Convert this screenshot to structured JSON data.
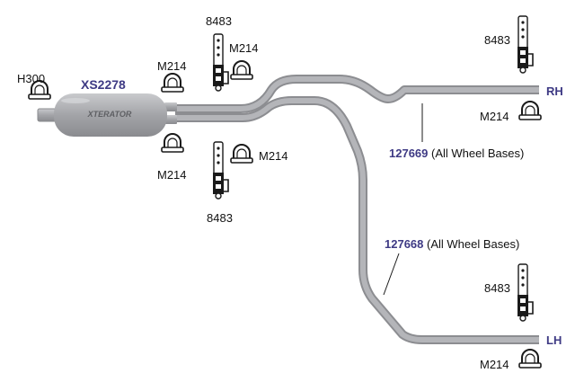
{
  "diagram": {
    "muffler": {
      "part_number": "XS2278",
      "brand_text": "XTERATOR"
    },
    "clamp_front": {
      "part_number": "H300"
    },
    "clamp_upper": {
      "part_number": "M214"
    },
    "clamp_lower": {
      "part_number": "M214"
    },
    "clamp_hanger_upper": {
      "part_number": "M214"
    },
    "clamp_hanger_lower": {
      "part_number": "M214"
    },
    "clamp_rh": {
      "part_number": "M214"
    },
    "clamp_lh": {
      "part_number": "M214"
    },
    "hanger_upper": {
      "part_number": "8483"
    },
    "hanger_lower": {
      "part_number": "8483"
    },
    "hanger_rh": {
      "part_number": "8483"
    },
    "hanger_lh": {
      "part_number": "8483"
    },
    "pipe_rh": {
      "part_number": "127669",
      "note": "(All Wheel Bases)",
      "side_label": "RH"
    },
    "pipe_lh": {
      "part_number": "127668",
      "note": "(All Wheel Bases)",
      "side_label": "LH"
    },
    "colors": {
      "pipe": "#a8a9ad",
      "pipe_shade": "#8c8d91",
      "part_number": "#3e3a84",
      "outline": "#1a1a1a"
    },
    "icons": {
      "clamp": "u-bolt-clamp-icon",
      "hanger": "hanger-bracket-icon"
    }
  }
}
